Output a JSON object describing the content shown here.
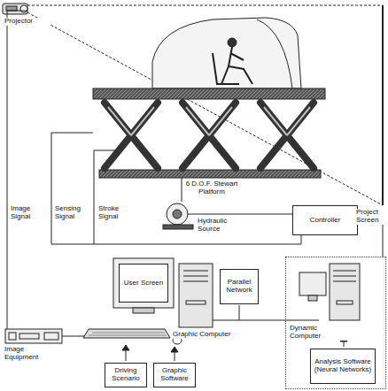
{
  "diagram": {
    "nodes": [
      {
        "text": [
          "Controller"
        ]
      },
      {
        "text": [
          "User Screen"
        ]
      },
      {
        "text": [
          "Parallel Network"
        ]
      },
      {
        "text": [
          "Dynamic Computer"
        ]
      },
      {
        "text": [
          "Analysis Software (Neural Networks)"
        ],
        "in": 3
      },
      {
        "text": [
          "Driving Scenario"
        ]
      },
      {
        "text": [
          "Graphic Software"
        ]
      }
    ],
    "edges": [
      {
        "from": 0,
        "to": 3,
        "arrow": "none"
      }
    ],
    "labels": [
      "Projector",
      "Project Screen",
      "6 D.O.F. Stewart Platform",
      "Hydraulic Source",
      "Image Signal",
      "Sensing Signal",
      "Stroke Signal",
      "Graphic Computer",
      "Image Equipment"
    ]
  }
}
